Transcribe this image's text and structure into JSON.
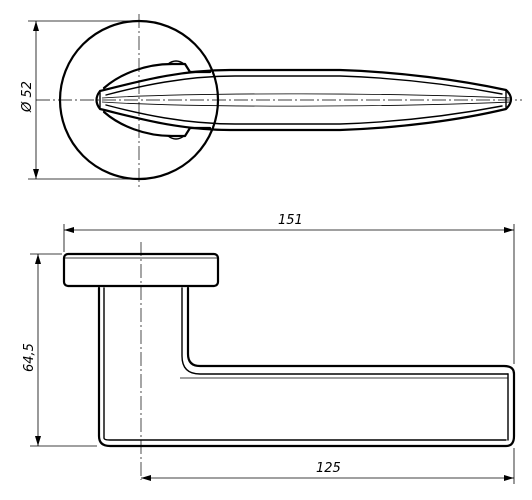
{
  "dimensions": {
    "rosette_diameter": "Ø 52",
    "overall_length": "151",
    "projection_height": "64,5",
    "lever_length": "125"
  }
}
